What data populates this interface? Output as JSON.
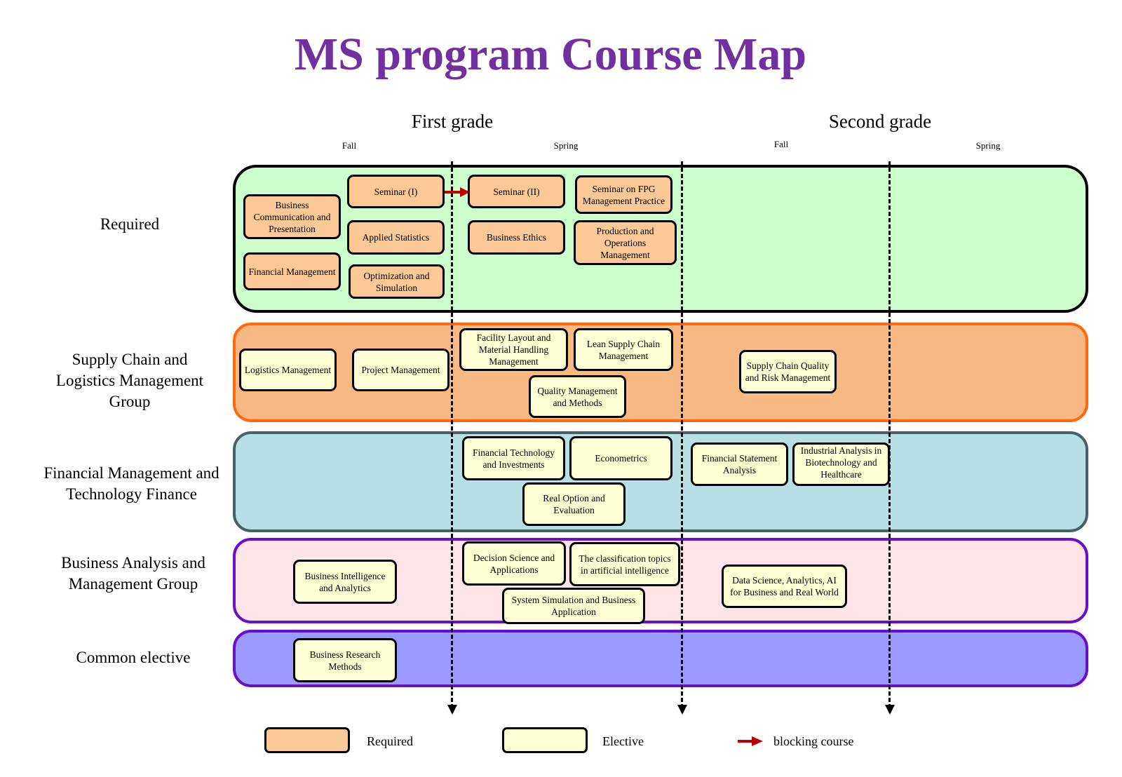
{
  "title": "MS program Course Map",
  "grades": [
    {
      "label": "First grade",
      "seasons": [
        "Fall",
        "Spring"
      ]
    },
    {
      "label": "Second grade",
      "seasons": [
        "Fall",
        "Spring"
      ]
    }
  ],
  "colors": {
    "title": "#7030a0",
    "required_course": "#fbc896",
    "elective_course": "#ffffd6",
    "blocking_arrow": "#c00000",
    "lane_required_bg": "#ccffcc",
    "lane_scm_bg": "#f8b884",
    "lane_scm_border": "#ff6a10",
    "lane_fin_bg": "#b8e0e4",
    "lane_fin_border": "#4a6066",
    "lane_ba_bg": "#ffe4e8",
    "lane_ba_border": "#6a0ec8",
    "lane_common_bg": "#9b9bff",
    "lane_common_border": "#6a0ec8"
  },
  "lanes": [
    {
      "label": "Required"
    },
    {
      "label": "Supply Chain and Logistics Management Group"
    },
    {
      "label": "Financial Management and Technology Finance"
    },
    {
      "label": "Business Analysis and Management Group"
    },
    {
      "label": "Common elective"
    }
  ],
  "courses": {
    "required": [
      "Business Communication and Presentation",
      "Financial Management",
      "Seminar (I)",
      "Applied Statistics",
      "Optimization and Simulation",
      "Seminar (II)",
      "Business Ethics",
      "Seminar on FPG Management Practice",
      "Production and Operations Management"
    ],
    "scm": [
      "Logistics Management",
      "Project Management",
      "Facility Layout and Material Handling Management",
      "Lean Supply Chain Management",
      "Quality Management and Methods",
      "Supply Chain Quality and Risk Management"
    ],
    "fin": [
      "Financial Technology and Investments",
      "Econometrics",
      "Real Option and Evaluation",
      "Financial Statement Analysis",
      "Industrial Analysis in Biotechnology and Healthcare"
    ],
    "ba": [
      "Business Intelligence and Analytics",
      "Decision Science and Applications",
      "The classification topics in artificial intelligence",
      "System Simulation and Business Application",
      "Data Science, Analytics, AI for Business and Real World"
    ],
    "common": [
      "Business Research Methods"
    ]
  },
  "prerequisites": [
    {
      "from": "Seminar (I)",
      "to": "Seminar (II)"
    }
  ],
  "legend": [
    {
      "label": "Required",
      "type": "required"
    },
    {
      "label": "Elective",
      "type": "elective"
    },
    {
      "label": "blocking course",
      "type": "arrow"
    }
  ]
}
